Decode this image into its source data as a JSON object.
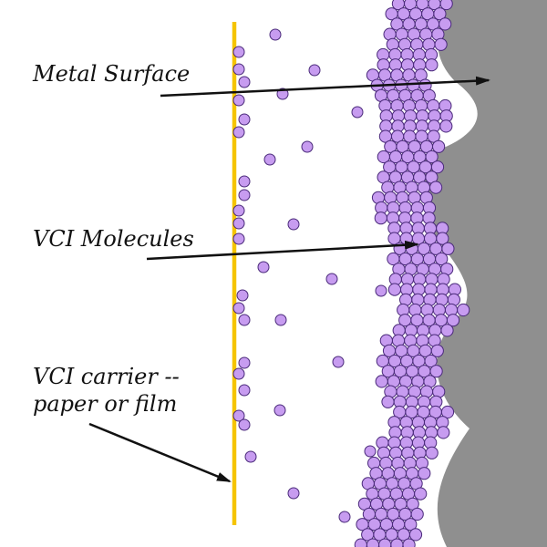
{
  "labels": {
    "metal_surface": "Metal Surface",
    "vci_molecules": "VCI Molecules",
    "vci_carrier_line1": "VCI carrier --",
    "vci_carrier_line2": "paper or film"
  },
  "colors": {
    "metal": "#8f8f8f",
    "molecule_fill": "#c79cf0",
    "molecule_stroke": "#4a2a7a",
    "carrier": "#f5c400",
    "arrow": "#111111"
  }
}
